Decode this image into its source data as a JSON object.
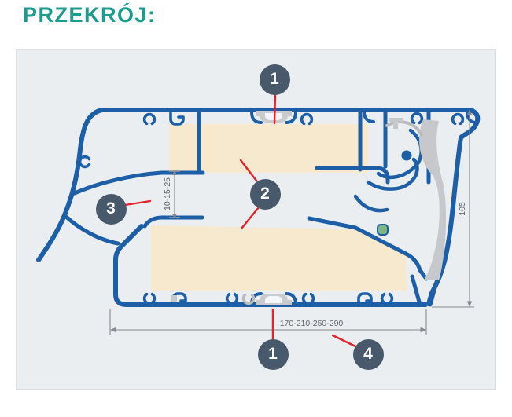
{
  "header": {
    "title": "PRZEKRÓJ:"
  },
  "diagram": {
    "callouts": {
      "top": {
        "label": "1"
      },
      "middle": {
        "label": "2"
      },
      "left": {
        "label": "3"
      },
      "bottom": {
        "label": "1"
      },
      "width": {
        "label": "4"
      }
    },
    "dimensions": {
      "inner_gap": {
        "label": "10-15-25",
        "orientation": "vertical"
      },
      "height": {
        "label": "105",
        "orientation": "vertical"
      },
      "width": {
        "label": "170-210-250-290",
        "orientation": "horizontal"
      }
    },
    "colors": {
      "title_teal": "#1a9d8f",
      "profile_blue": "#1d5fa6",
      "infill_beige": "#f6e9cd",
      "hardware_gray": "#c6c8cb",
      "dimension_gray": "#797e86",
      "leader_red": "#e5202a",
      "callout_bg": "#47596a",
      "callout_text": "#ffffff",
      "panel_bg": "#ebeef0",
      "accent_green": "#7fb57f"
    }
  }
}
